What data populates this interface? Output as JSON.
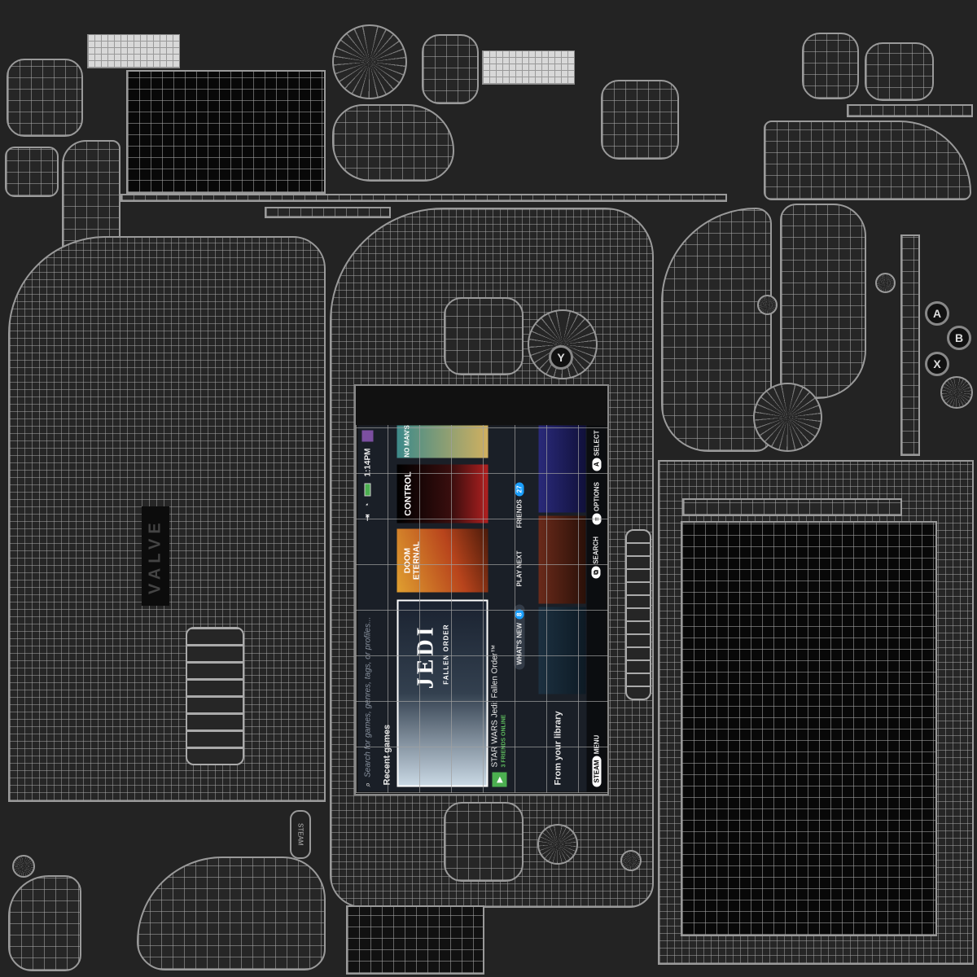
{
  "texture": {
    "back_logo": "VALVE",
    "steam_button_label": "STEAM",
    "face_buttons": {
      "y": "Y",
      "a": "A",
      "b": "B",
      "x": "X"
    }
  },
  "screen": {
    "search_placeholder": "Search for games, genres, tags, or profiles...",
    "time": "1:14PM",
    "recent_games_label": "Recent games",
    "featured_game": {
      "title": "STAR WARS Jedi: Fallen Order™",
      "friends_online": "3 FRIENDS ONLINE",
      "card_text": "JEDI",
      "card_subtitle": "FALLEN ORDER"
    },
    "games": [
      {
        "name": "DOOM ETERNAL",
        "color": "#b8441c"
      },
      {
        "name": "CONTROL",
        "color": "#3a0e0e"
      },
      {
        "name": "NO MAN'S SKY",
        "color": "#3d8a8a"
      }
    ],
    "tabs": [
      {
        "label": "WHAT'S NEW",
        "badge": "8"
      },
      {
        "label": "PLAY NEXT"
      },
      {
        "label": "FRIENDS",
        "badge": "27"
      }
    ],
    "library_label": "From your library",
    "bottom_bar": [
      {
        "key": "STEAM",
        "label": "MENU"
      },
      {
        "key": "⧉",
        "label": "SEARCH"
      },
      {
        "key": "≡",
        "label": "OPTIONS"
      },
      {
        "key": "A",
        "label": "SELECT"
      }
    ],
    "accent": "#1a9fff",
    "online_color": "#5cb85c"
  }
}
